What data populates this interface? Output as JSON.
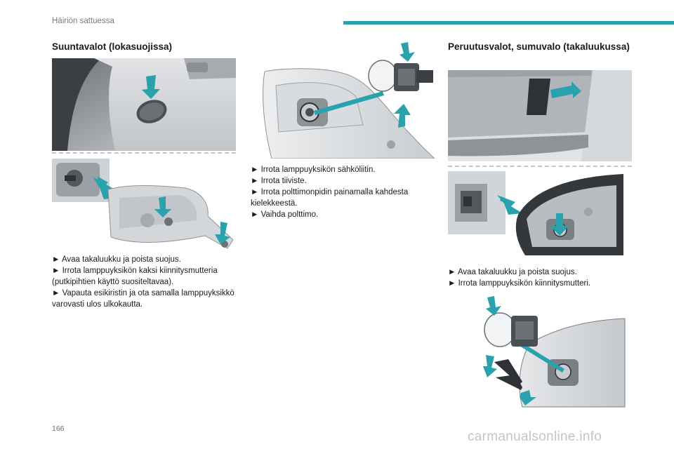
{
  "header": {
    "section": "Häiriön sattuessa"
  },
  "page_number": "166",
  "watermark": "carmanualsonline.info",
  "accent_color": "#2aa2ad",
  "col1": {
    "title": "Suuntavalot (lokasuojissa)",
    "steps": [
      "► Avaa takaluukku ja poista suojus.",
      "► Irrota lamppuyksikön kaksi kiinnitysmutteria (putkipihtien käyttö suositeltavaa).",
      "► Vapauta esikiristin ja ota samalla lamppuyksikkö varovasti ulos ulkokautta."
    ]
  },
  "col2": {
    "steps": [
      "► Irrota lamppuyksikön sähköliitin.",
      "► Irrota tiiviste.",
      "► Irrota polttimonpidin painamalla kahdesta kielekkeestä.",
      "► Vaihda polttimo."
    ]
  },
  "col3": {
    "title": "Peruutusvalot, sumuvalo (takaluukussa)",
    "steps": [
      "► Avaa takaluukku ja poista suojus.",
      "► Irrota lamppuyksikön kiinnitysmutteri."
    ]
  }
}
